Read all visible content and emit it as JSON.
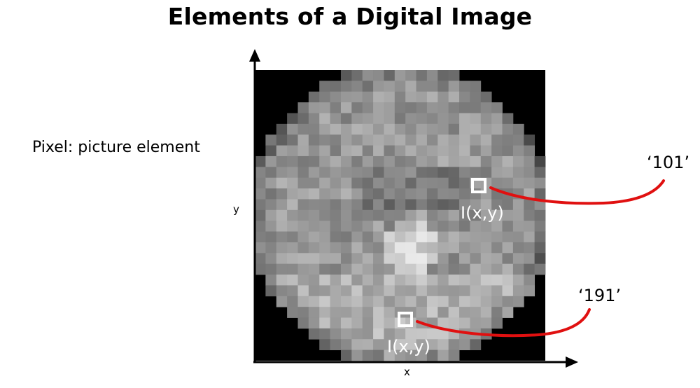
{
  "title": "Elements of a Digital Image",
  "pixel_label": "Pixel: picture element",
  "axes": {
    "y_label": "y",
    "x_label": "x"
  },
  "callouts": [
    {
      "value": "‘101’",
      "coord_label": "I(x,y)"
    },
    {
      "value": "‘191’",
      "coord_label": "I(x,y)"
    }
  ],
  "colors": {
    "background": "#000000",
    "callout_line": "#e01010",
    "marker": "#ffffff",
    "axis": "#000000"
  },
  "image": {
    "grid_size": 27,
    "description_type": "grayscale-disk"
  }
}
